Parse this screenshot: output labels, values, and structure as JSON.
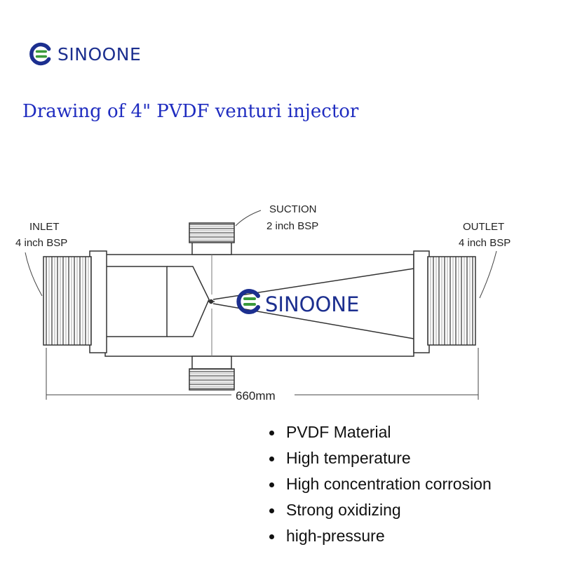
{
  "header": {
    "logo_text": "SINOONE",
    "logo_icon": "sinoone-s-logo-icon"
  },
  "title": "Drawing of 4\" PVDF venturi injector",
  "diagram": {
    "inlet_title": "INLET",
    "inlet_spec": "4 inch BSP",
    "suction_title": "SUCTION",
    "suction_spec": "2 inch BSP",
    "outlet_title": "OUTLET",
    "outlet_spec": "4 inch BSP",
    "length_dimension": "660mm",
    "watermark_text": "SINOONE"
  },
  "features": [
    "PVDF Material",
    "High temperature",
    "High concentration corrosion",
    "Strong oxidizing",
    "high-pressure"
  ],
  "colors": {
    "brand_blue": "#1c2f8f",
    "brand_green": "#3a9a3a",
    "title_blue": "#1f2cc0"
  }
}
